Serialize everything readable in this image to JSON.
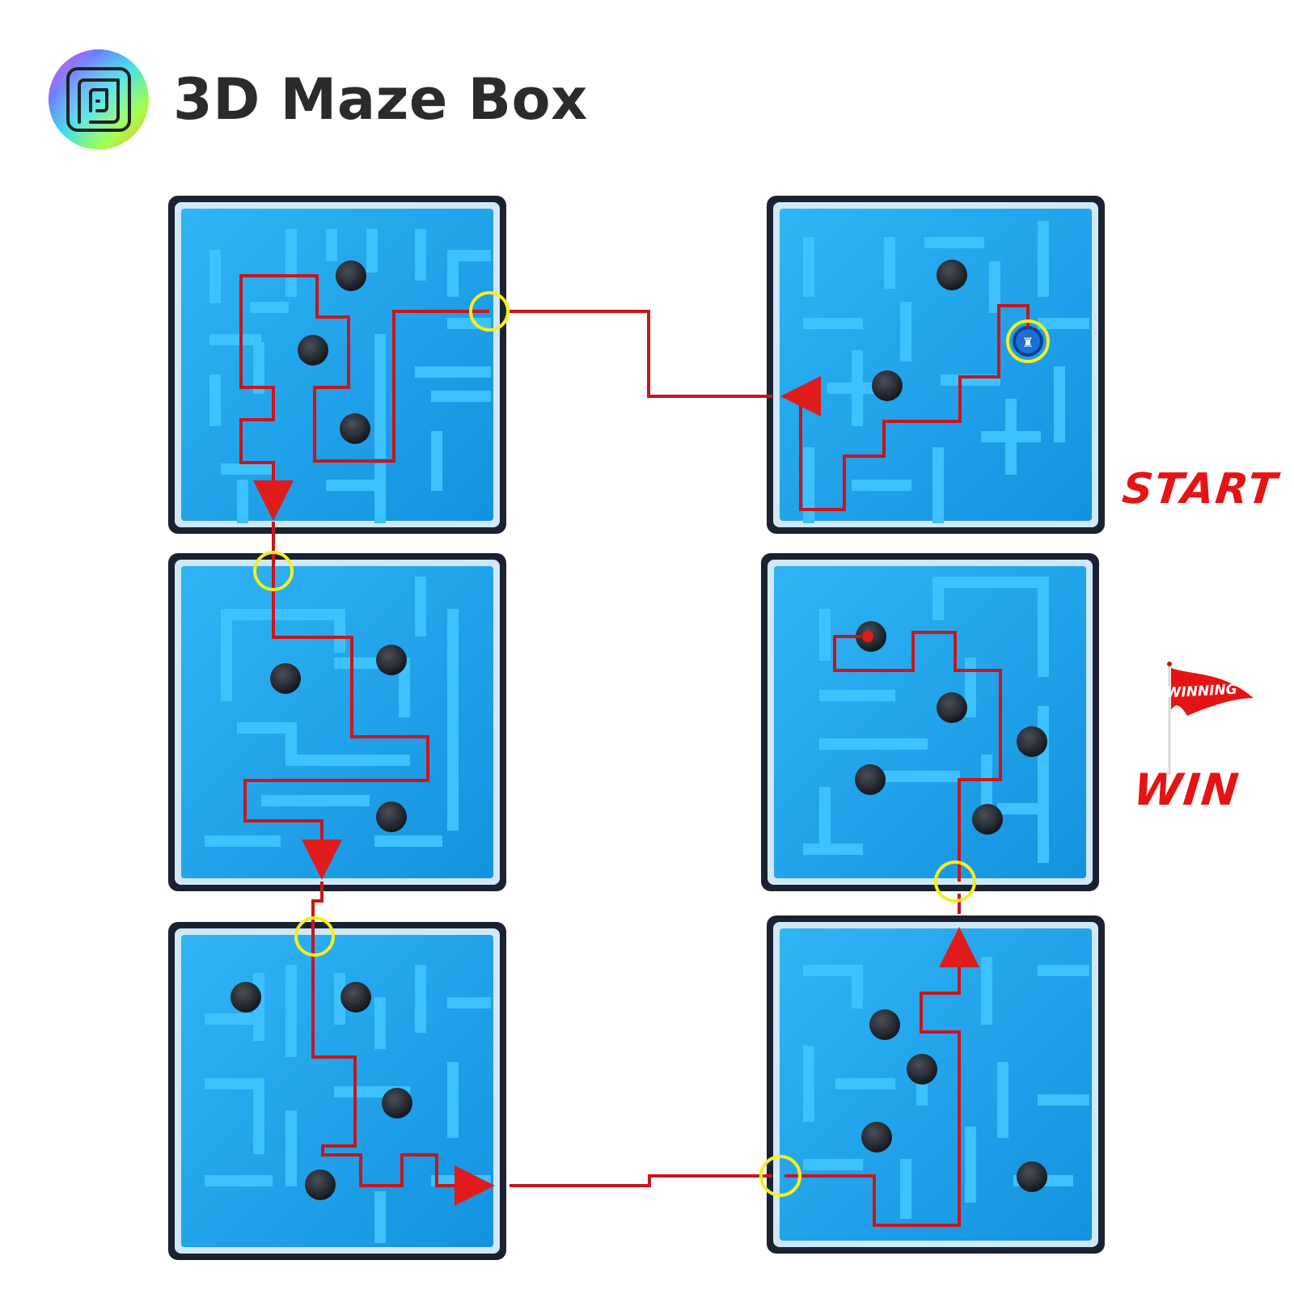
{
  "header": {
    "title": "3D Maze Box",
    "logo_icon": "maze-rainbow-icon"
  },
  "labels": {
    "start": "START",
    "win": "WIN",
    "flag_text": "WINNING"
  },
  "colors": {
    "maze_blue": "#1ea5ee",
    "path_red": "#c8161c",
    "checkpoint_yellow": "#f4ef1e",
    "label_red": "#e51414",
    "frame_dark": "#1b2130"
  },
  "maze_faces": [
    {
      "id": "face-1"
    },
    {
      "id": "face-2"
    },
    {
      "id": "face-3"
    },
    {
      "id": "face-4"
    },
    {
      "id": "face-5"
    },
    {
      "id": "face-6"
    }
  ]
}
